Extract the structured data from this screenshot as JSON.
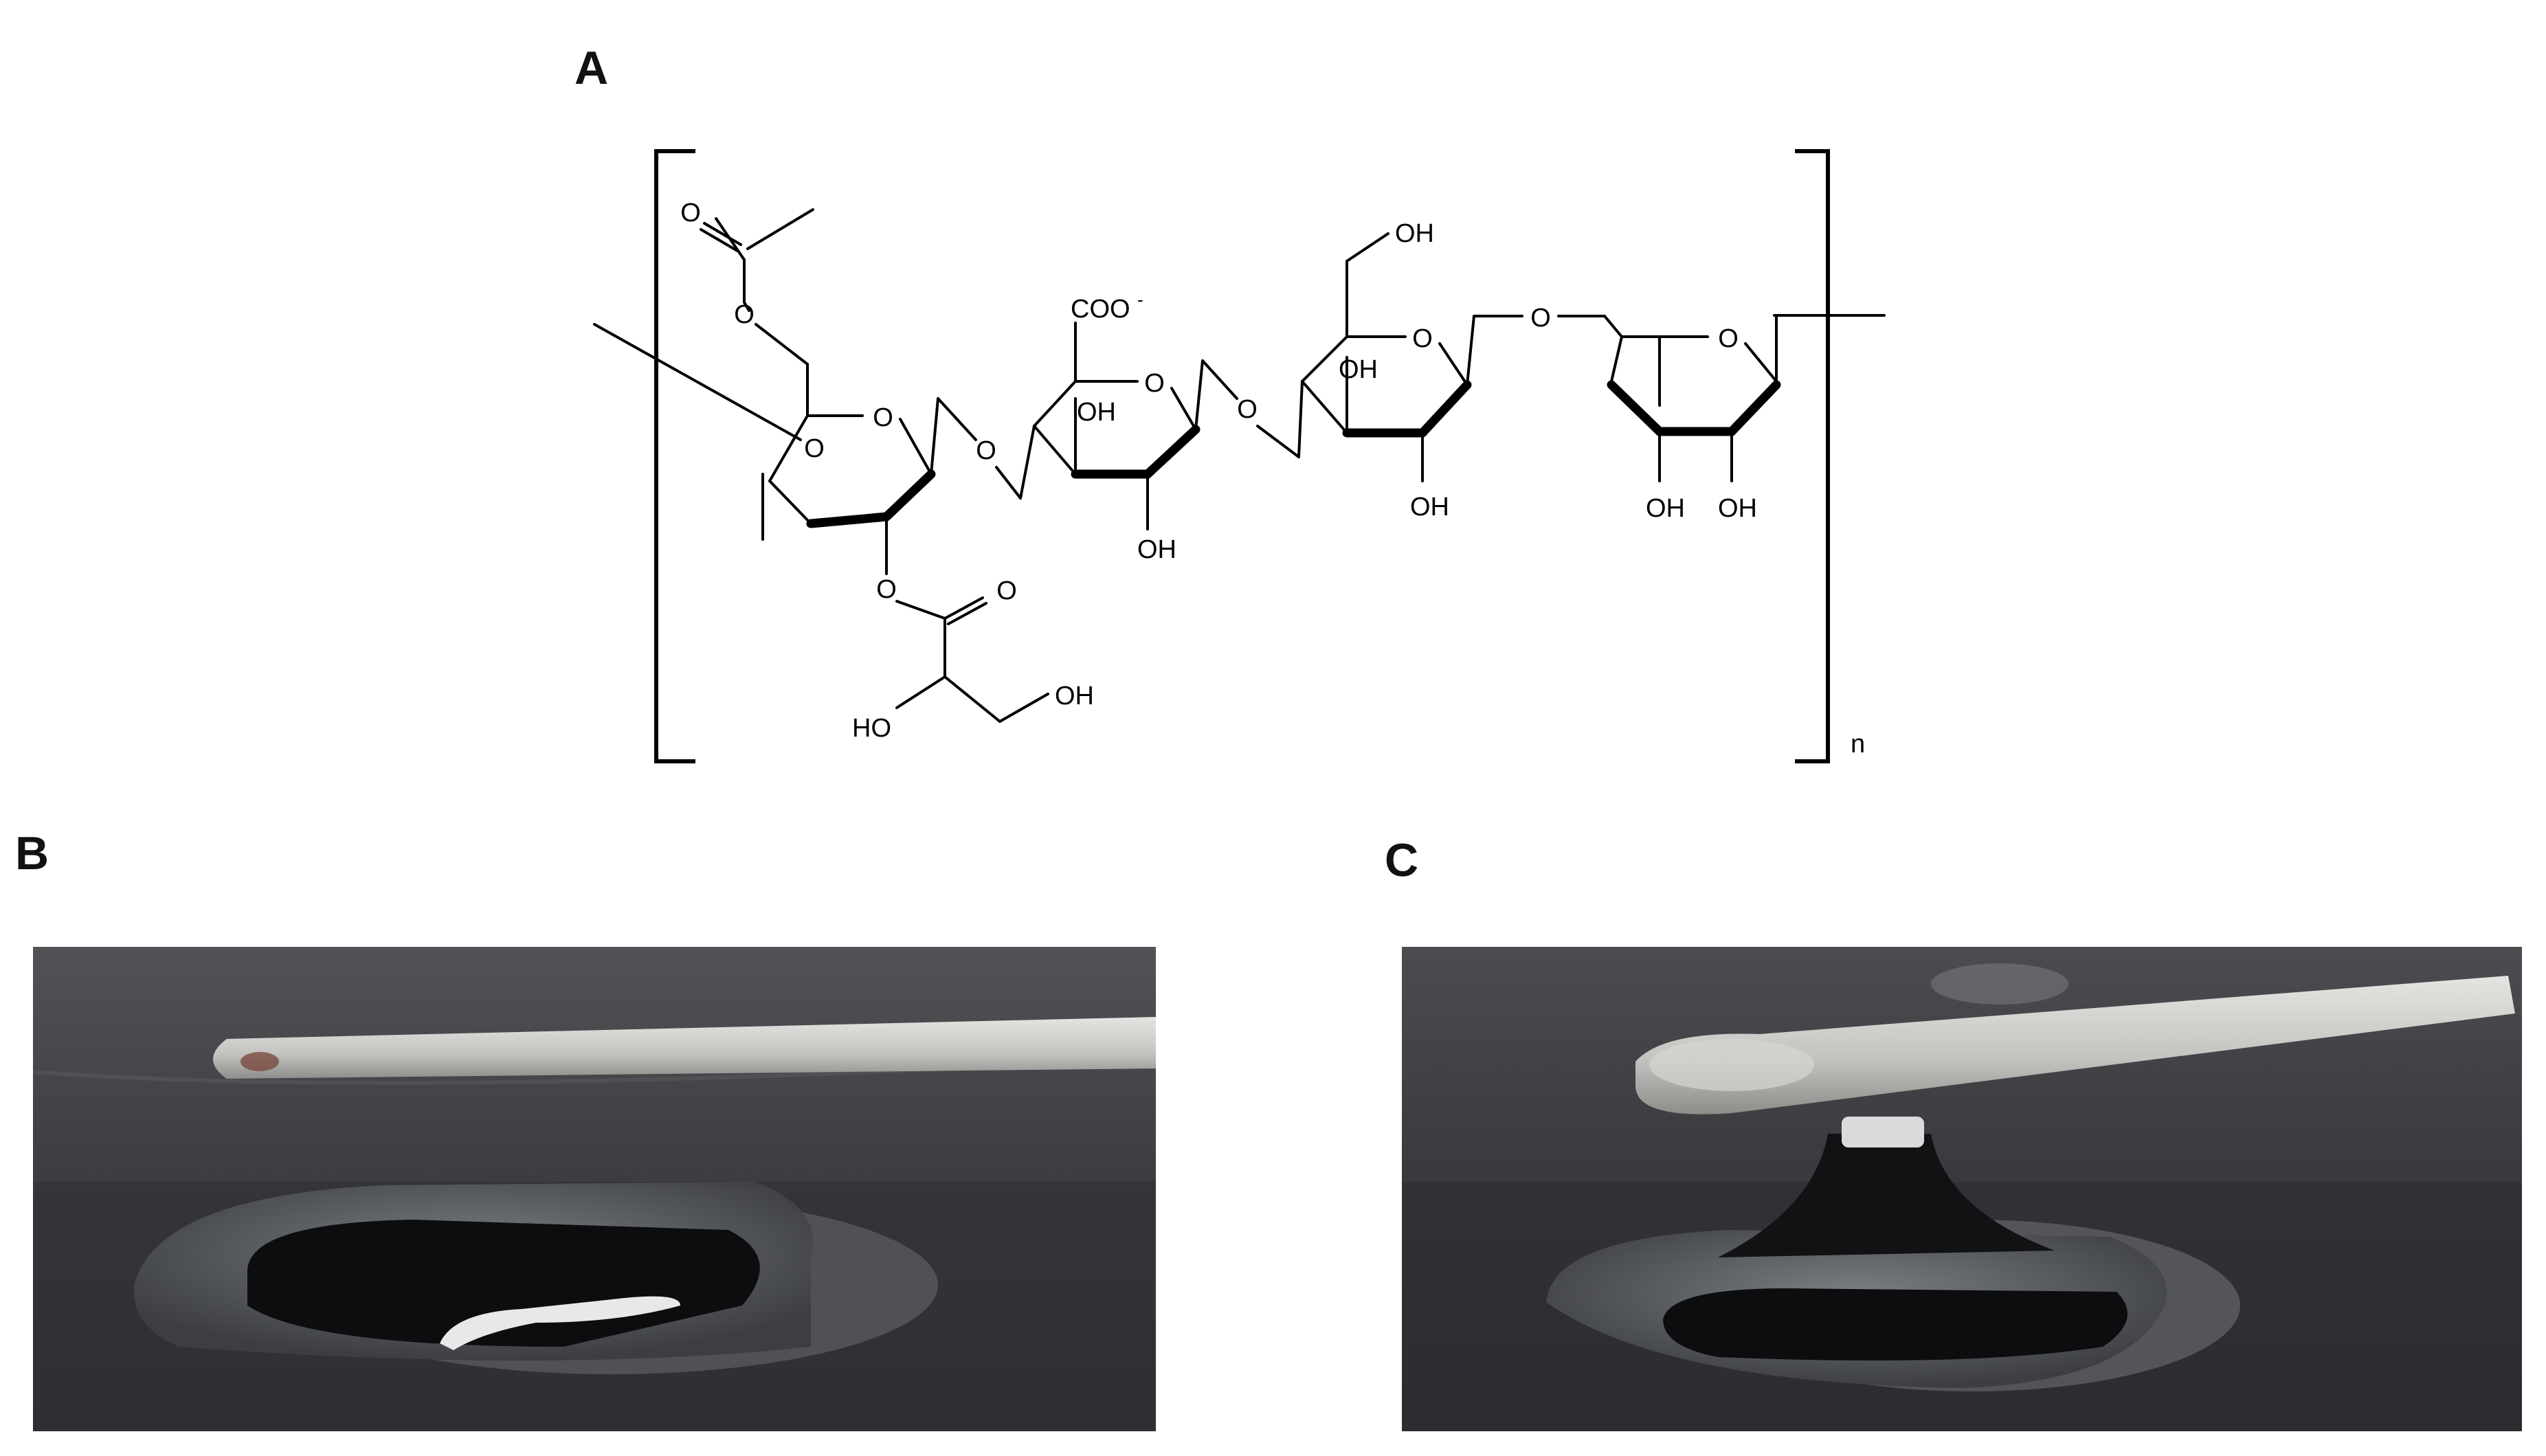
{
  "panels": {
    "a": {
      "label": "A"
    },
    "b": {
      "label": "B"
    },
    "c": {
      "label": "C"
    }
  },
  "structure": {
    "repeat_subscript": "n",
    "labels": {
      "carbonyl_o_acetyl": "O",
      "ester_o_acetyl": "O",
      "ring1_o": "O",
      "ring1_o_back": "O",
      "link_o_12": "O",
      "carboxylate": "COO",
      "carboxylate_charge": "-",
      "ring2_o": "O",
      "ring2_oh_top": "OH",
      "ring2_oh_bottom": "OH",
      "link_o_23": "O",
      "ring3_ch2oh": "OH",
      "ring3_o": "O",
      "ring3_oh_top": "OH",
      "ring3_oh_bottom": "OH",
      "link_o_34": "O",
      "ring4_o": "O",
      "ring4_oh_left": "OH",
      "ring4_oh_right": "OH",
      "glyceryl_ester_o": "O",
      "glyceryl_carbonyl_o": "O",
      "glyceryl_ho": "HO",
      "glyceryl_oh": "OH"
    }
  },
  "colors": {
    "surface_dark": "#2e2f32",
    "surface_mid": "#45474b",
    "gel_black": "#0c0d0f",
    "gel_rim": "#6b6e72",
    "spatula": "#c9c9c6"
  }
}
